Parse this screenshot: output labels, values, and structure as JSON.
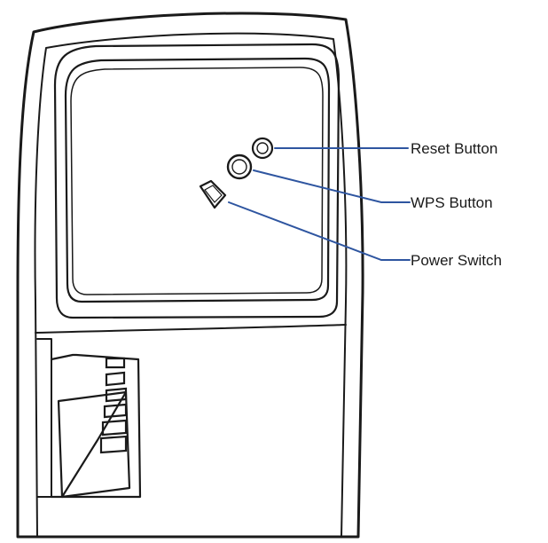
{
  "labels": {
    "reset": "Reset Button",
    "wps": "WPS Button",
    "power": "Power Switch"
  },
  "colors": {
    "outline": "#1a1a1a",
    "leader_line": "#2e55a0",
    "background": "#ffffff"
  },
  "icons": {
    "reset": "reset-button-icon",
    "wps": "wps-button-icon",
    "power": "power-switch-icon",
    "vent": "vent-grille-icon"
  }
}
